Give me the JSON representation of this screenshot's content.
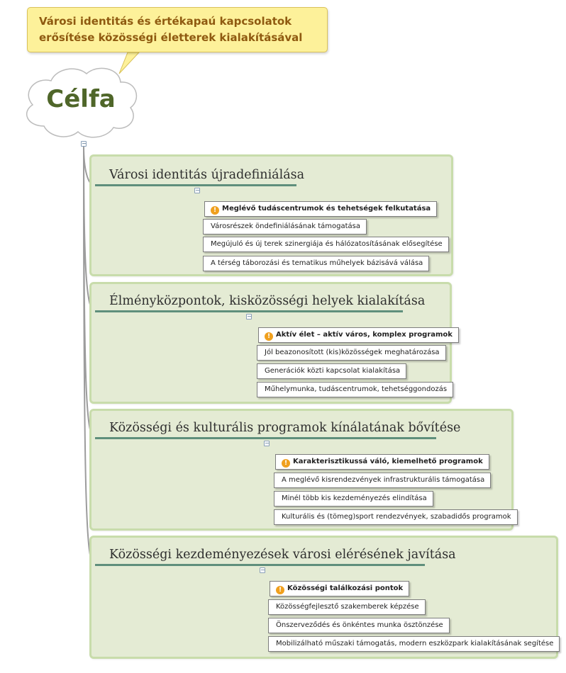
{
  "callout": {
    "line1": "Városi identitás és értékapaú kapcsolatok",
    "line2": "erősítése közösségi életterek kialakításával"
  },
  "root": {
    "label": "Célfa"
  },
  "branches": [
    {
      "title": "Városi identitás újradefiniálása",
      "items": [
        "Meglévő tudáscentrumok és tehetségek felkutatása",
        "Városrészek öndefiniálásának támogatása",
        "Megújuló és új terek szinergiája és hálózatosításának elősegítése",
        "A térség táborozási és tematikus műhelyek bázisává válása"
      ]
    },
    {
      "title": "Élményközpontok, kisközösségi helyek kialakítása",
      "items": [
        "Aktív élet – aktív város, komplex programok",
        "Jól beazonosított (kis)közösségek meghatározása",
        "Generációk közti kapcsolat kialakítása",
        "Műhelymunka, tudáscentrumok, tehetséggondozás"
      ]
    },
    {
      "title": "Közösségi és kulturális programok kínálatának bővítése",
      "items": [
        "Karakterisztikussá váló, kiemelhető programok",
        "A meglévő kisrendezvények infrastrukturális támogatása",
        "Minél több kis kezdeményezés elindítása",
        "Kulturális és (tömeg)sport rendezvények, szabadidős programok"
      ]
    },
    {
      "title": "Közösségi kezdeményezések városi elérésének javítása",
      "items": [
        "Közösségi találkozási pontok",
        "Közösségfejlesztő szakemberek képzése",
        "Önszerveződés és önkéntes munka ösztönzése",
        "Mobilizálható műszaki támogatás, modern eszközpark kialakításának segítése"
      ]
    }
  ],
  "icons": {
    "priority": "warning-icon",
    "toggle": "collapse-icon"
  }
}
